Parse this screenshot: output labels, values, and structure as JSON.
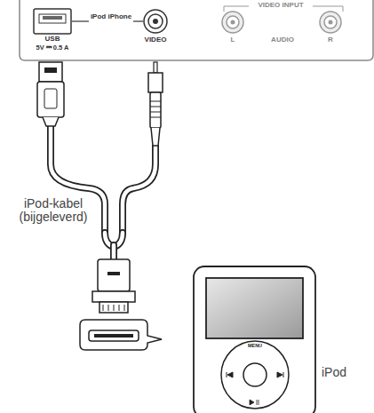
{
  "diagram": {
    "nodes": [
      {
        "text": [
          "VIDEO INPUT",
          "USB",
          "5V ⎓ 0.5 A",
          "iPod iPhone",
          "VIDEO",
          "L",
          "AUDIO",
          "R"
        ]
      },
      {
        "text": [
          "iPod",
          "MENU"
        ]
      }
    ],
    "labels": [
      "iPod-kabel (bijgeleverd)"
    ]
  }
}
